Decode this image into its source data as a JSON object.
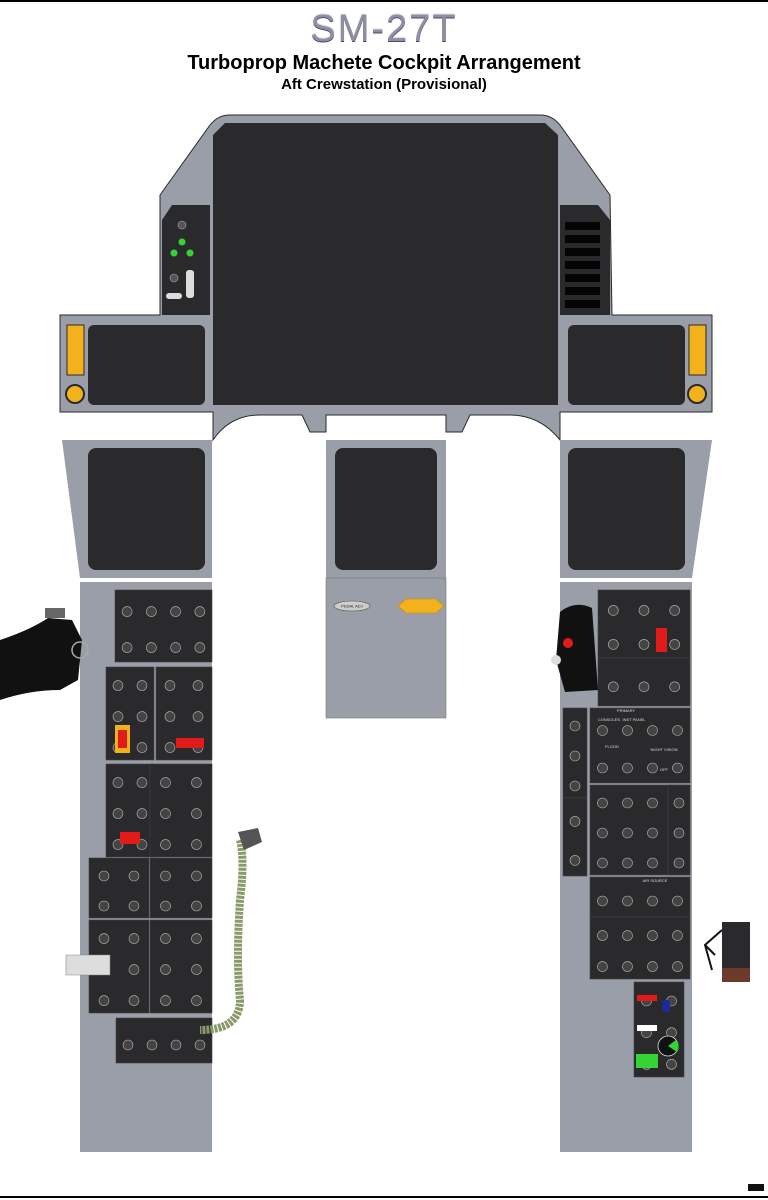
{
  "header": {
    "logo": "SM-27T",
    "title": "Turboprop Machete Cockpit Arrangement",
    "subtitle": "Aft Crewstation (Provisional)"
  },
  "pedestal": {
    "pedal_adjust_label": "PEDAL ADJ"
  },
  "right_console": {
    "lighting_panel": {
      "primary_label": "PRIMARY",
      "flood_label": "FLOOD",
      "consoles_label": "CONSOLES",
      "inst_panel_label": "INST PANEL",
      "night_vision_label": "NIGHT VISION",
      "off_label": "OFF"
    },
    "air_cond_panel": {
      "air_source_label": "AIR SOURCE"
    }
  },
  "colors": {
    "panel_gray": "#9a9ea8",
    "display_black": "#2a2a2c",
    "warning_red": "#e11a1a",
    "caution_yellow": "#f3b21b",
    "indicator_green": "#35d435",
    "hose_green": "#8a9a6a"
  }
}
